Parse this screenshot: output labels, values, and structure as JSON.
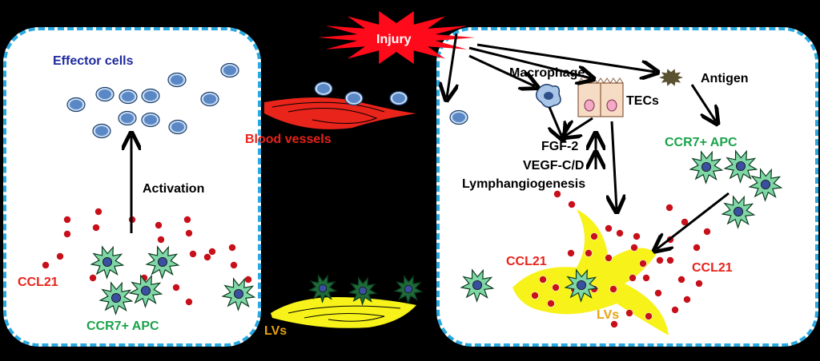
{
  "colors": {
    "background": "#000000",
    "panel_fill": "#ffffff",
    "panel_border": "#29a9e0",
    "effector_text": "#1f2a9e",
    "red_text": "#e8221b",
    "green_text": "#1aa34a",
    "lv_text": "#e6a20c",
    "black_text": "#000000",
    "injury_fill": "#ff0a1a",
    "blood_vessel": "#e8241b",
    "lymph_vessel": "#f7f21a",
    "ccl21_dot": "#c8101b",
    "apc_fill": "#7fd6a6",
    "apc_dark": "#1e6b3a",
    "cell_fill": "#5a88c6",
    "cell_ring": "#c7ddf3"
  },
  "left_panel": {
    "effector_cells_label": "Effector cells",
    "activation_label": "Activation",
    "ccl21_label": "CCL21",
    "apc_label": "CCR7+ APC"
  },
  "middle": {
    "injury_label": "Injury",
    "blood_vessels_label": "Blood vessels",
    "lvs_label": "LVs"
  },
  "right_panel": {
    "macrophage_label": "Macrophage",
    "tecs_label": "TECs",
    "antigen_label": "Antigen",
    "fgf_label": "FGF-2",
    "vegf_label": "VEGF-C/D",
    "lymphangiogenesis_label": "Lymphangiogenesis",
    "apc_label": "CCR7+ APC",
    "ccl21_left_label": "CCL21",
    "ccl21_right_label": "CCL21",
    "lvs_label": "LVs"
  },
  "icons": [
    "effector-cell-icon",
    "apc-cell-icon",
    "ccl21-dot-icon",
    "macrophage-icon",
    "tec-cell-icon",
    "antigen-icon",
    "injury-burst-icon",
    "blood-vessel-icon",
    "lymphatic-vessel-icon"
  ]
}
